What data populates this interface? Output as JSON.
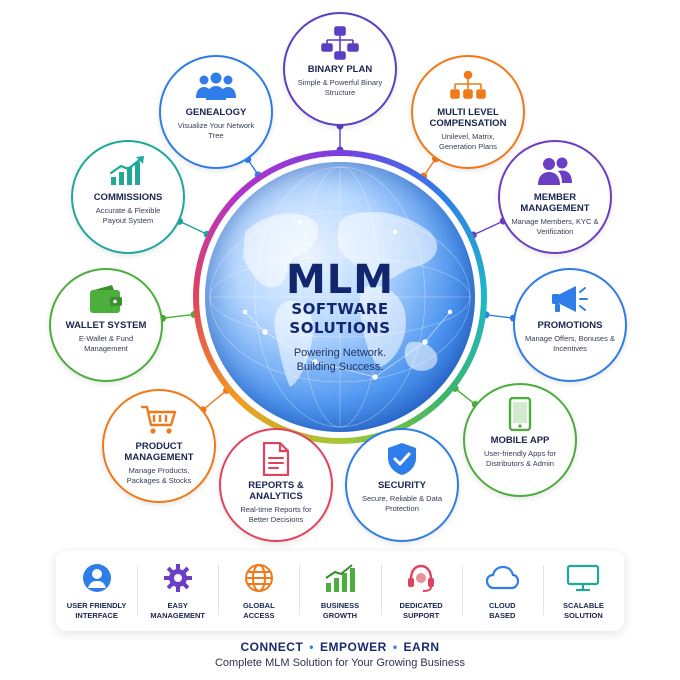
{
  "center": {
    "title": "MLM",
    "subtitle_line1": "SOFTWARE",
    "subtitle_line2": "SOLUTIONS",
    "tagline_line1": "Powering Network.",
    "tagline_line2": "Building Success."
  },
  "features": [
    {
      "key": "binary",
      "title": "BINARY PLAN",
      "desc": "Simple & Powerful Binary Structure",
      "color": "#5b3fc4",
      "icon": "binary-tree-icon"
    },
    {
      "key": "multilevel",
      "title": "MULTI LEVEL COMPENSATION",
      "desc": "Unilevel, Matrix, Generation Plans",
      "color": "#f07a1a",
      "icon": "hierarchy-icon"
    },
    {
      "key": "member",
      "title": "MEMBER MANAGEMENT",
      "desc": "Manage Members, KYC & Verification",
      "color": "#6b3fc4",
      "icon": "users-icon"
    },
    {
      "key": "promotions",
      "title": "PROMOTIONS",
      "desc": "Manage Offers, Bonuses & Incentives",
      "color": "#2f7de8",
      "icon": "megaphone-icon"
    },
    {
      "key": "mobile",
      "title": "MOBILE APP",
      "desc": "User-friendly Apps for Distributors & Admin",
      "color": "#4cae3c",
      "icon": "smartphone-icon"
    },
    {
      "key": "security",
      "title": "SECURITY",
      "desc": "Secure, Reliable & Data Protection",
      "color": "#2f7de8",
      "icon": "shield-check-icon"
    },
    {
      "key": "reports",
      "title": "REPORTS & ANALYTICS",
      "desc": "Real-time Reports for Better Decisions",
      "color": "#e0435c",
      "icon": "document-report-icon"
    },
    {
      "key": "product",
      "title": "PRODUCT MANAGEMENT",
      "desc": "Manage Products, Packages & Stocks",
      "color": "#f07a1a",
      "icon": "shopping-cart-icon"
    },
    {
      "key": "wallet",
      "title": "WALLET SYSTEM",
      "desc": "E-Wallet & Fund Management",
      "color": "#4cae3c",
      "icon": "wallet-icon"
    },
    {
      "key": "commissions",
      "title": "COMMISSIONS",
      "desc": "Accurate & Flexible Payout System",
      "color": "#1fa89a",
      "icon": "growth-chart-icon"
    },
    {
      "key": "genealogy",
      "title": "GENEALOGY",
      "desc": "Visualize Your Network Tree",
      "color": "#2f7de8",
      "icon": "group-icon"
    }
  ],
  "benefits": [
    {
      "label": "USER FRIENDLY\nINTERFACE",
      "color": "#2f7de8",
      "icon": "user-circle-icon"
    },
    {
      "label": "EASY\nMANAGEMENT",
      "color": "#6b3fc4",
      "icon": "gear-icon"
    },
    {
      "label": "GLOBAL\nACCESS",
      "color": "#f07a1a",
      "icon": "globe-icon"
    },
    {
      "label": "BUSINESS\nGROWTH",
      "color": "#4cae3c",
      "icon": "bar-growth-icon"
    },
    {
      "label": "DEDICATED\nSUPPORT",
      "color": "#e0435c",
      "icon": "headset-icon"
    },
    {
      "label": "CLOUD\nBASED",
      "color": "#2f7de8",
      "icon": "cloud-icon"
    },
    {
      "label": "SCALABLE\nSOLUTION",
      "color": "#1fa89a",
      "icon": "monitor-icon"
    }
  ],
  "footer": {
    "word1": "CONNECT",
    "word2": "EMPOWER",
    "word3": "EARN",
    "sub": "Complete MLM Solution for Your Growing Business"
  }
}
